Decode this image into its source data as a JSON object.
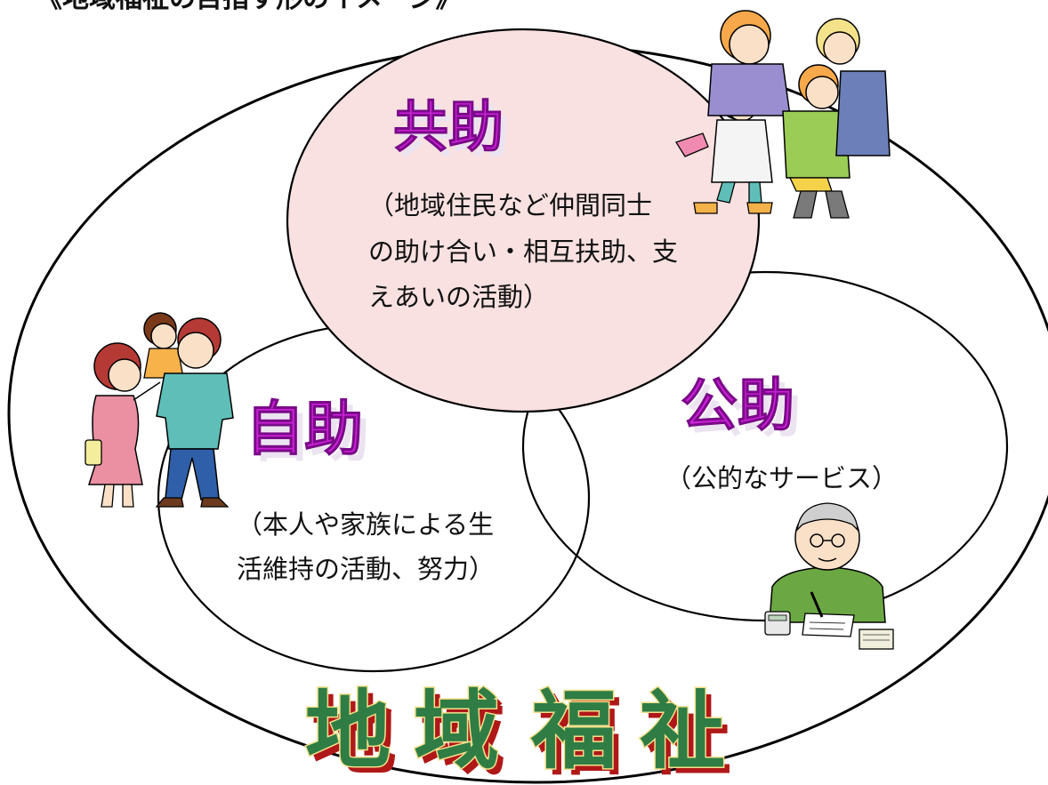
{
  "diagram": {
    "top_caption": "《地域福祉の目指す形のイメージ》",
    "circles": {
      "kyojo": {
        "heading": "共助",
        "lines": [
          "（地域住民など仲間同士",
          "の助け合い・相互扶助、支",
          "えあいの活動）"
        ]
      },
      "jijo": {
        "heading": "自助",
        "lines": [
          "（本人や家族による生",
          "活維持の活動、努力）"
        ]
      },
      "kojo": {
        "heading": "公助",
        "lines": [
          "（公的なサービス）"
        ]
      }
    },
    "bottom_title": {
      "chars": [
        "地",
        "域",
        "福",
        "祉"
      ]
    }
  },
  "colors": {
    "kyojo_fill": "#f9e1e1",
    "heading_fill": "#cc22d8",
    "heading_shadow": "#ebe4f0",
    "title_fill": "#2f7d45",
    "title_stroke": "#f2e08a",
    "title_shadow": "#b01818",
    "outline": "#000000"
  }
}
